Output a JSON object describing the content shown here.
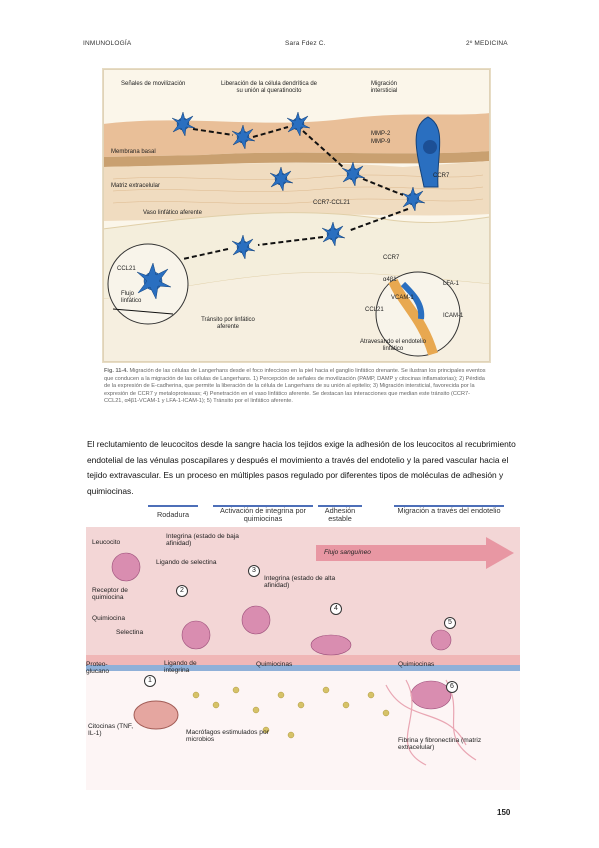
{
  "header": {
    "left": "INMUNOLOGÍA",
    "center": "Sara Fdez C.",
    "right": "2º MEDICINA"
  },
  "figure1": {
    "labels": {
      "signals": "Señales de movilización",
      "release": "Liberación de la célula dendrítica de su unión al queratinocito",
      "migration": "Migración intersticial",
      "mmp2": "MMP-2",
      "mmp9": "MMP-9",
      "membrane": "Membrana basal",
      "matrix": "Matriz extracelular",
      "ccr7": "CCR7",
      "ccr7ccl21": "CCR7-CCL21",
      "vessel": "Vaso linfático aferente",
      "ccl21a": "CCL21",
      "flow": "Flujo linfático",
      "transit": "Tránsito por linfático aferente",
      "ccr7b": "CCR7",
      "a4b1": "α4β1",
      "lfa1": "LFA-1",
      "vcam1": "VCAM-1",
      "icam1": "ICAM-1",
      "ccl21b": "CCL21",
      "crossing": "Atravesando el endotelio linfático"
    },
    "caption_bold": "Fig. 11-4.",
    "caption": "Migración de las células de Langerhans desde el foco infeccioso en la piel hacia el ganglio linfático drenante. Se ilustran los principales eventos que conducen a la migración de las células de Langerhans. 1) Percepción de señales de movilización (PAMP, DAMP y citocinas inflamatorias); 2) Pérdida de la expresión de E-cadherina, que permite la liberación de la célula de Langerhans de su unión al epitelio; 3) Migración intersticial, favorecida por la expresión de CCR7 y metaloproteasas; 4) Penetración en el vaso linfático aferente. Se destacan las interacciones que median este tránsito (CCR7-CCL21, α4β1-VCAM-1 y LFA-1-ICAM-1); 5) Tránsito por el linfático aferente."
  },
  "paragraph": "El reclutamiento de leucocitos desde la sangre hacia los tejidos exige la adhesión de los leucocitos al recubrimiento endotelial de las vénulas poscapilares y después el movimiento a través del endotelio y la pared vascular hacia el tejido extravascular. Es un proceso en múltiples pasos regulado por diferentes tipos de moléculas de adhesión y quimiocinas.",
  "figure2": {
    "stages": [
      "Rodadura",
      "Activación de integrina por quimiocinas",
      "Adhesión estable",
      "Migración a través del endotelio"
    ],
    "labels": {
      "leucocito": "Leucocito",
      "integrina_baja": "Integrina (estado de baja afinidad)",
      "ligando_selectina": "Ligando de selectina",
      "flujo": "Flujo sanguíneo",
      "integrina_alta": "Integrina (estado de alta afinidad)",
      "receptor": "Receptor de quimiocina",
      "quimiocina": "Quimiocina",
      "selectina": "Selectina",
      "proteoglucano": "Proteo-glucano",
      "ligando_integrina": "Ligando de integrina",
      "quimiocinas1": "Quimiocinas",
      "quimiocinas2": "Quimiocinas",
      "citocinas": "Citocinas (TNF, IL-1)",
      "macrofagos": "Macrófagos estimulados por microbios",
      "fibrina": "Fibrina y fibronectina (matriz extracelular)"
    },
    "numbers": [
      "1",
      "2",
      "3",
      "4",
      "5",
      "6"
    ]
  },
  "page_number": "150",
  "colors": {
    "skin_layer": "#e9bf98",
    "vessel": "#f4eedc",
    "cell_blue": "#2a6fc0",
    "blood_pink": "#f3d6d6",
    "arrow_pink": "#e58c9a",
    "stage_line": "#4d6fb8"
  }
}
